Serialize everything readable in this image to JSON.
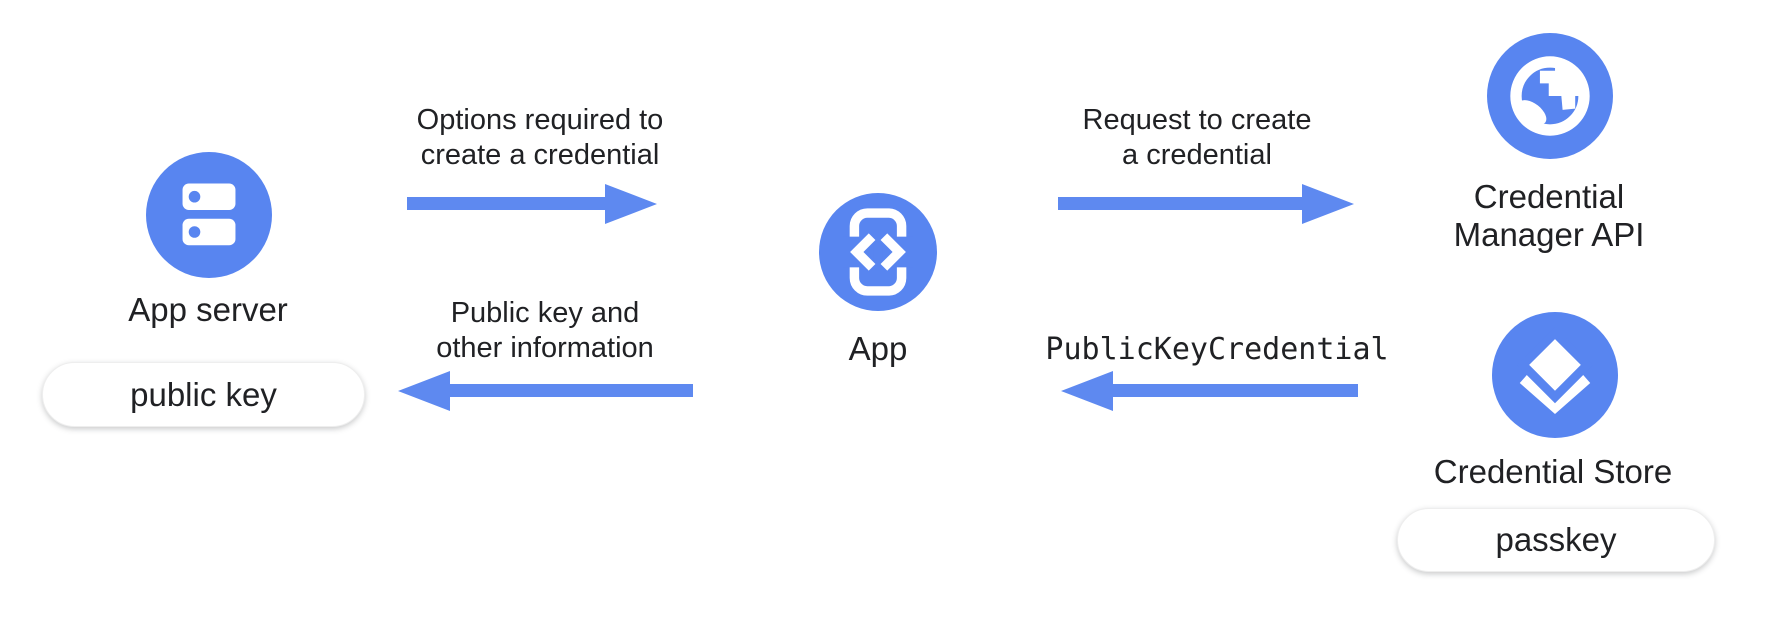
{
  "palette": {
    "accent_blue": "#5885F0",
    "arrow_blue": "#5E89F0",
    "text_dark": "#202124",
    "background": "#ffffff",
    "pill_bg": "#ffffff"
  },
  "nodes": {
    "app_server": {
      "label": "App server",
      "icon": "server-icon",
      "badge": "public key"
    },
    "app": {
      "label": "App",
      "icon": "phone-code-icon"
    },
    "credential_manager": {
      "label_line1": "Credential",
      "label_line2": "Manager API",
      "icon": "globe-icon"
    },
    "credential_store": {
      "label": "Credential Store",
      "icon": "layers-icon",
      "badge": "passkey"
    }
  },
  "flows": {
    "options": {
      "line1": "Options required to",
      "line2": "create a credential",
      "direction": "right",
      "from": "App server",
      "to": "App"
    },
    "request": {
      "line1": "Request to create",
      "line2": "a credential",
      "direction": "right",
      "from": "App",
      "to": "Credential Manager API"
    },
    "public_key_info": {
      "line1": "Public key and",
      "line2": "other information",
      "direction": "left",
      "from": "App",
      "to": "App server"
    },
    "public_key_credential": {
      "label": "PublicKeyCredential",
      "direction": "left",
      "from": "Credential Manager API",
      "to": "App"
    }
  }
}
